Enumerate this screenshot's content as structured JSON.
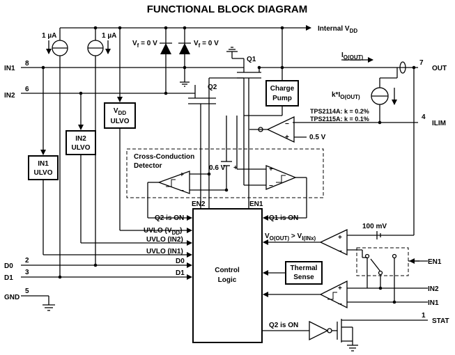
{
  "title": "FUNCTIONAL BLOCK DIAGRAM",
  "labels": {
    "internal_vdd": "Internal V",
    "internal_vdd_sub": "DD",
    "src1": "1 µA",
    "src2": "1 µA",
    "vf1": "V",
    "vf1_sub": "f",
    "vf1_val": " = 0 V",
    "vf2": "V",
    "vf2_sub": "f",
    "vf2_val": " = 0 V",
    "q1": "Q1",
    "q2": "Q2",
    "io_out": "I",
    "io_out_sub": "O(OUT)",
    "charge_pump_1": "Charge",
    "charge_pump_2": "Pump",
    "kio": "k*I",
    "kio_sub": "O(OUT)",
    "tps2114": "TPS2114A: k = 0.2%",
    "tps2115": "TPS2115A: k = 0.1%",
    "v05": "0.5 V",
    "vdd_ulvo_1": "V",
    "vdd_ulvo_1_sub": "DD",
    "vdd_ulvo_2": "ULVO",
    "in2_ulvo_1": "IN2",
    "in2_ulvo_2": "ULVO",
    "in1_ulvo_1": "IN1",
    "in1_ulvo_2": "ULVO",
    "ccd_1": "Cross-Conduction",
    "ccd_2": "Detector",
    "v06": "0.6 V",
    "en2": "EN2",
    "en1_int": "EN1",
    "q2_on": "Q2 is ON",
    "q1_on": "Q1 is ON",
    "uvlo_vdd": "UVLO (V",
    "uvlo_vdd_sub": "DD",
    "uvlo_vdd_end": ")",
    "uvlo_in2": "UVLO (IN2)",
    "uvlo_in1": "UVLO (IN1)",
    "d0_int": "D0",
    "d1_int": "D1",
    "control_1": "Control",
    "control_2": "Logic",
    "vo_cmp": "V",
    "vo_cmp_sub1": "O(OUT)",
    "vo_cmp_mid": " > V",
    "vo_cmp_sub2": "I(INx)",
    "mv100": "100 mV",
    "thermal_1": "Thermal",
    "thermal_2": "Sense",
    "q2_on_stat": "Q2 is ON"
  },
  "pins": {
    "in1": {
      "name": "IN1",
      "num": "8"
    },
    "in2": {
      "name": "IN2",
      "num": "6"
    },
    "out": {
      "name": "OUT",
      "num": "7"
    },
    "ilim": {
      "name": "ILIM",
      "num": "4"
    },
    "d0": {
      "name": "D0",
      "num": "2"
    },
    "d1": {
      "name": "D1",
      "num": "3"
    },
    "gnd": {
      "name": "GND",
      "num": "5"
    },
    "stat": {
      "name": "STAT",
      "num": "1"
    },
    "en1": {
      "name": "EN1"
    },
    "in2_r": {
      "name": "IN2"
    },
    "in1_r": {
      "name": "IN1"
    }
  }
}
